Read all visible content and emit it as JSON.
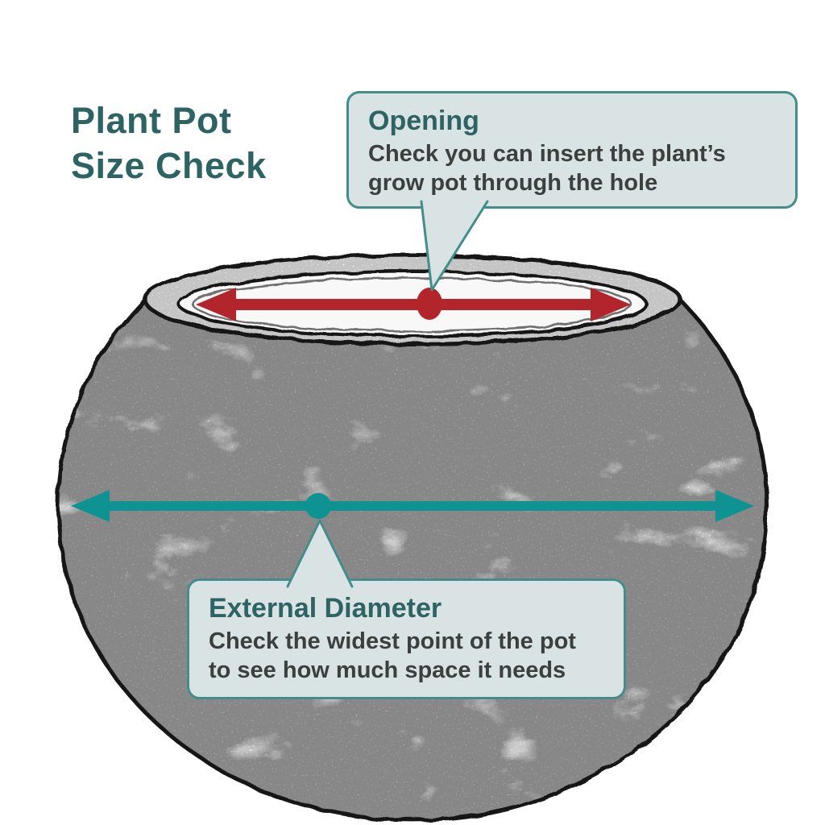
{
  "title": {
    "line1": "Plant Pot",
    "line2": "Size Check"
  },
  "callouts": {
    "opening": {
      "title": "Opening",
      "body_line1": "Check you can insert the plant’s",
      "body_line2": "grow pot through the hole"
    },
    "external_diameter": {
      "title": "External Diameter",
      "body_line1": "Check the widest point of the pot",
      "body_line2": "to see how much space it needs"
    }
  },
  "diagram": {
    "subject": "bowl-shaped plant pot sketch",
    "opening_measure": "red double-headed arrow across pot opening",
    "external_measure": "teal double-headed arrow across widest point of pot"
  },
  "colors": {
    "page_bg": "#ffffff",
    "heading": "#2d6362",
    "callout_bg": "#d9e3e3",
    "callout_border": "#448d8c",
    "body_text": "#3b3f3e",
    "arrow_red": "#b2262b",
    "arrow_teal": "#0f9392",
    "outline": "#161616"
  }
}
